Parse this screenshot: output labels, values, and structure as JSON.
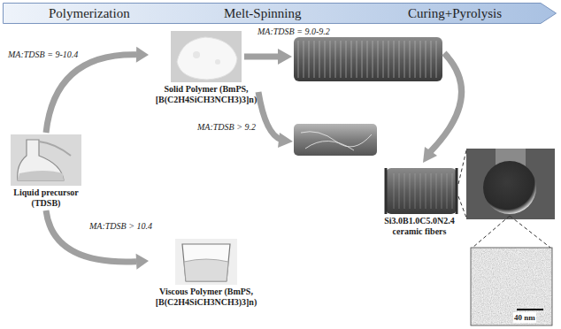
{
  "diagram": {
    "nodes": [
      {
        "text": [
          "Polymerization",
          "Melt-Spinning",
          "Curing+Pyrolysis"
        ]
      },
      {
        "text": [
          "Solid Polymer (BmPS, [B(C2H4SiCH3NCH3)3]n)"
        ]
      },
      {
        "text": [
          "Liquid precursor (TDSB)"
        ]
      },
      {
        "text": [
          "Si3.0B1.0C5.0N2.4 ceramic fibers"
        ]
      },
      {
        "text": [
          "Viscous Polymer (BmPS, [B(C2H4SiCH3NCH3)3]n)"
        ]
      }
    ],
    "edges": [
      {
        "from": 2,
        "to": 1,
        "label": "MA:TDSB = 9-10.4",
        "arrow": "to"
      },
      {
        "from": 2,
        "to": 4,
        "label": "MA:TDSB > 10.4",
        "arrow": "to"
      }
    ],
    "labels": [
      "MA:TDSB = 9.0-9.2",
      "MA:TDSB > 9.2",
      "40 nm"
    ]
  }
}
